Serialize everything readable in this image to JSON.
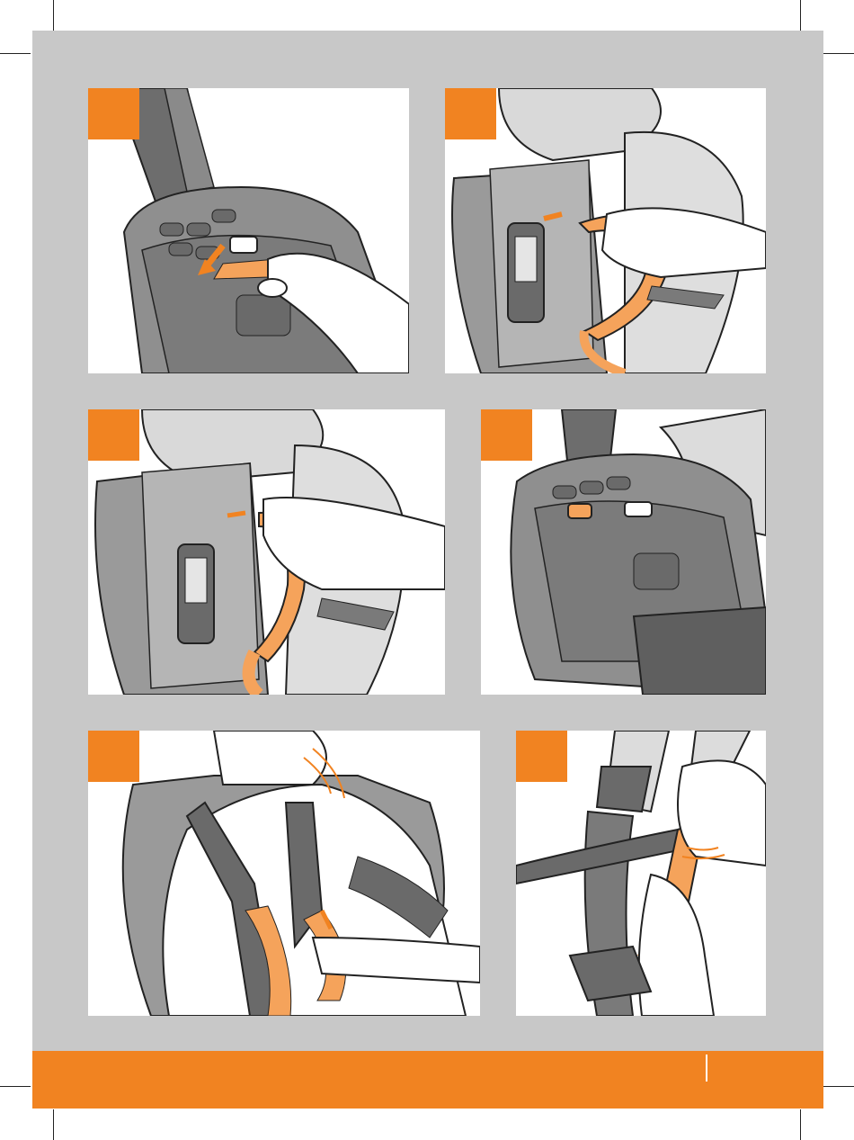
{
  "page": {
    "background_color": "#c8c8c8",
    "accent_color": "#f18321",
    "footer_color": "#f18321"
  },
  "panels": [
    {
      "id": "step-1",
      "scene": "remove-harness-clip",
      "icon": "seat-base-hand-arrow"
    },
    {
      "id": "step-2",
      "scene": "thread-harness-back",
      "icon": "seat-back-hand-strap"
    },
    {
      "id": "step-3",
      "scene": "pull-harness-through-slot",
      "icon": "seat-back-hand-strap"
    },
    {
      "id": "step-4",
      "scene": "harness-clip-attached",
      "icon": "seat-base-clip"
    },
    {
      "id": "step-5",
      "scene": "child-harness-adjusted",
      "icon": "child-in-seat"
    },
    {
      "id": "step-6",
      "scene": "tighten-harness-strap",
      "icon": "hand-pull-strap"
    }
  ]
}
